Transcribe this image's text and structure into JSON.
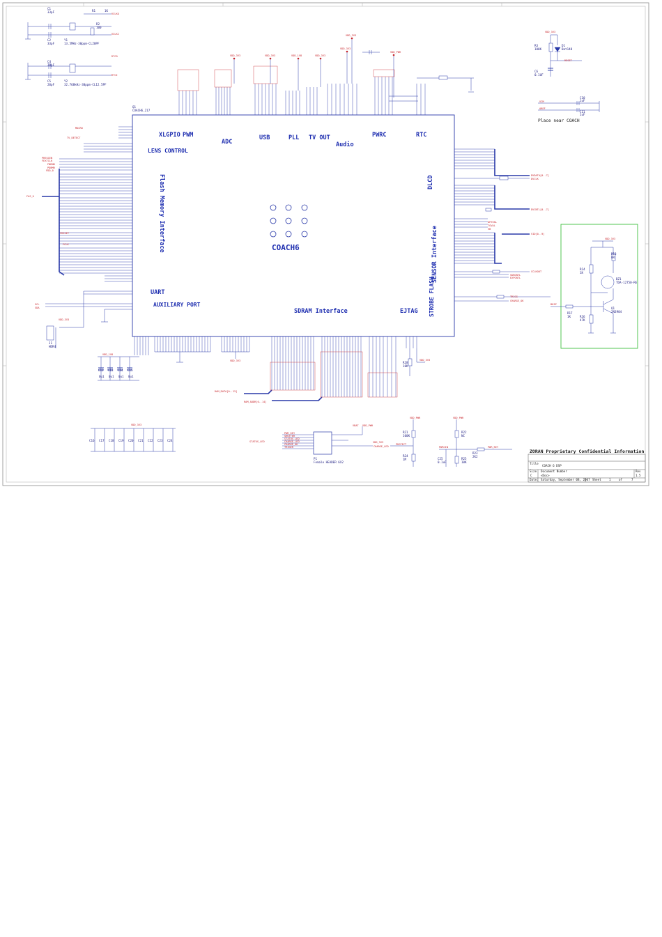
{
  "ic": {
    "ref": "Q1",
    "part": "COACH6_217",
    "center_label": "COACH6",
    "blocks": {
      "xlgpio": "XLGPIO",
      "pwm": "PWM",
      "adc": "ADC",
      "usb": "USB",
      "pll": "PLL",
      "tvout": "TV OUT",
      "audio": "Audio",
      "pwrc": "PWRC",
      "rtc": "RTC",
      "lens": "LENS CONTROL",
      "flash": "Flash Memory Interface",
      "uart": "UART",
      "aux": "AUXILIARY PORT",
      "dlcd": "DLCD",
      "sensor": "SENSOR Interface",
      "strobe": "STROBE FLASH",
      "sdram": "SDRAM Interface",
      "ejtag": "EJTAG"
    }
  },
  "crystals": {
    "c1": "C1",
    "c1_val": "33pF",
    "c2": "C2",
    "c2_val": "33pF",
    "r1": "R1",
    "r1_val": "1K",
    "r2": "R2",
    "r2_val": "100",
    "y1": "Y1",
    "y1_val": "13.5MHz-30ppm-CL20PF",
    "vclki": "VCLKI",
    "vclko": "VCLKO",
    "c4": "C4",
    "c4_val": "20pF",
    "c5": "C5",
    "c5_val": "20pF",
    "y2": "Y2",
    "y2_val": "32.768kHz-30ppm-CL12.5PF",
    "rtco": "RTCO",
    "rtci": "RTCI"
  },
  "power_labels": {
    "vdd_3v3": "VDD_3V3",
    "vdd_1v8": "VDD_1V8",
    "vdd_pwr": "VDD_PWR",
    "vbat": "VBAT_VDD_PWR"
  },
  "reset": {
    "r3": "R3",
    "r3_val": "100K",
    "d1": "D1",
    "d1_val": "Bat148",
    "c6": "C6",
    "c6_val": "0.1UF",
    "net": "RESET"
  },
  "vcm": {
    "vcm": "VCM",
    "aref": "AREF",
    "c10": "C10",
    "c10_val": "1uF",
    "c11": "C11",
    "c11_val": "1uF",
    "note": "Place near COACH"
  },
  "buzzer": {
    "r14": "R14",
    "r14_val": "1K",
    "r13": "R13",
    "r13_val": "0R",
    "bz": "BZ1",
    "bz_val": "TDA-12750-RE",
    "r17": "R17",
    "r17_val": "1K",
    "r16": "R16",
    "r16_val": "47K",
    "q": "Q1",
    "q_val": "2N3904",
    "net": "BUZZ"
  },
  "left_nets": [
    "MACRO",
    "TV_DETECT",
    "PRESCEN",
    "FEXTCLK",
    "FNRND",
    "PDBMR",
    "FDD_0",
    "FAS_U",
    "FRESET",
    "SCL",
    "SDA",
    "FCLK"
  ],
  "right_nets": [
    "DVDATA[0..7]",
    "DVCLK",
    "DVCNTL[0..7]",
    "AFEVAL",
    "TGVAL",
    "VB",
    "VID[0..9]",
    "CCLKOUT",
    "SUBCNTL",
    "EXPCNTL",
    "TRIGG",
    "CHARGE_OK"
  ],
  "bus_labels": {
    "dram_data": "RAM_DATA[0..15]",
    "dram_addr": "RAM_ADDR[0..14]"
  },
  "passives_bottom": {
    "cap_refs": [
      "C12",
      "C13",
      "C14",
      "C15"
    ],
    "cap_val": "0u1",
    "bank_refs": [
      "C16",
      "C17",
      "C18",
      "C19",
      "C20",
      "C21",
      "C22",
      "C23",
      "C24"
    ],
    "r18": "R18",
    "r18_val": "10K",
    "header_ref": "J1",
    "header_val": "HDR4"
  },
  "connector": {
    "ref": "P1",
    "value": "Female HEADER 6X2",
    "nets_left": [
      "PWR_KEY",
      "SHUTTER",
      "STATUS_LED",
      "CHARGE_LED",
      "CHARGE_OK",
      "TRIGER"
    ],
    "status_led": "STATUS_LED",
    "vbat": "VBAT",
    "vdd_pwr": "VDD_PWR",
    "charge_led": "CHARGE_LED"
  },
  "powerkey": {
    "r21": "R21",
    "r21_val": "100K",
    "r24": "R24",
    "r24_val": "1M",
    "protect": "PROTECT",
    "r22": "R22",
    "r22_val": "NC",
    "c25": "C25",
    "c25_val": "0.1uF",
    "r25": "R25",
    "r25_val": "10K",
    "r23": "R23",
    "r23_val": "2K2",
    "pwrcin": "PWRCIN",
    "pwr_key": "PWR_KEY"
  },
  "title_block": {
    "company": "ZORAN Proprietary Confidential Information",
    "title_label": "Title",
    "title": "COACH 6 DSP",
    "size_label": "Size",
    "size": "C",
    "doc_label": "Document Number",
    "doc": "<Doc>",
    "rev_label": "Rev",
    "rev": "1.5",
    "date_label": "Date:",
    "date": "Saturday, September 08, 2007",
    "sheet_label": "Sheet",
    "sheet": "1",
    "of": "of",
    "total": "7"
  },
  "colors": {
    "wire": "#2838a8",
    "net": "#c8242a",
    "green_box": "#3fbf3f",
    "border": "#8a8a8a"
  }
}
